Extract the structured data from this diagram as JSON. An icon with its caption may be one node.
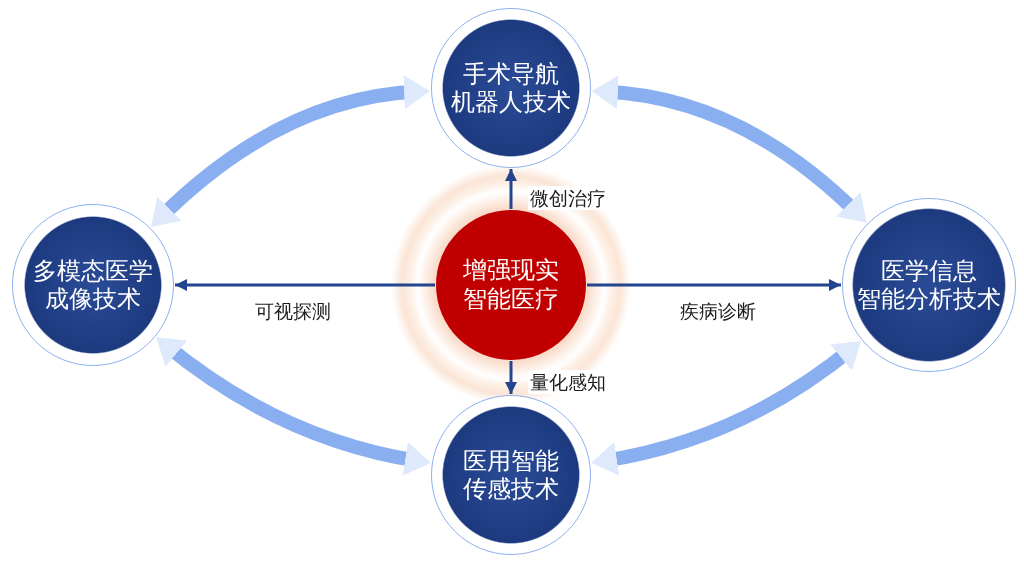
{
  "diagram": {
    "nodes": [
      {
        "text": [
          "手术导航机器人技术"
        ]
      },
      {
        "text": [
          "多模态医学成像技术"
        ]
      },
      {
        "text": [
          "增强现实智能医疗"
        ]
      },
      {
        "text": [
          "医学信息智能分析技术"
        ]
      },
      {
        "text": [
          "医用智能传感技术"
        ]
      }
    ],
    "edges": [
      {
        "from": 2,
        "to": 0,
        "arrow": "to",
        "label": "微创治疗"
      },
      {
        "from": 2,
        "to": 1,
        "arrow": "to",
        "label": "可视探测"
      },
      {
        "from": 2,
        "to": 3,
        "arrow": "to",
        "label": "疾病诊断"
      },
      {
        "from": 2,
        "to": 4,
        "arrow": "to",
        "label": "量化感知"
      },
      {
        "from": 1,
        "to": 0,
        "arrow": "both",
        "style": "thick",
        "color": "#89aff0"
      },
      {
        "from": 0,
        "to": 3,
        "arrow": "both",
        "style": "thick",
        "color": "#89aff0"
      },
      {
        "from": 3,
        "to": 4,
        "arrow": "both",
        "style": "thick",
        "color": "#89aff0"
      },
      {
        "from": 4,
        "to": 1,
        "arrow": "both",
        "style": "thick",
        "color": "#89aff0"
      }
    ]
  }
}
